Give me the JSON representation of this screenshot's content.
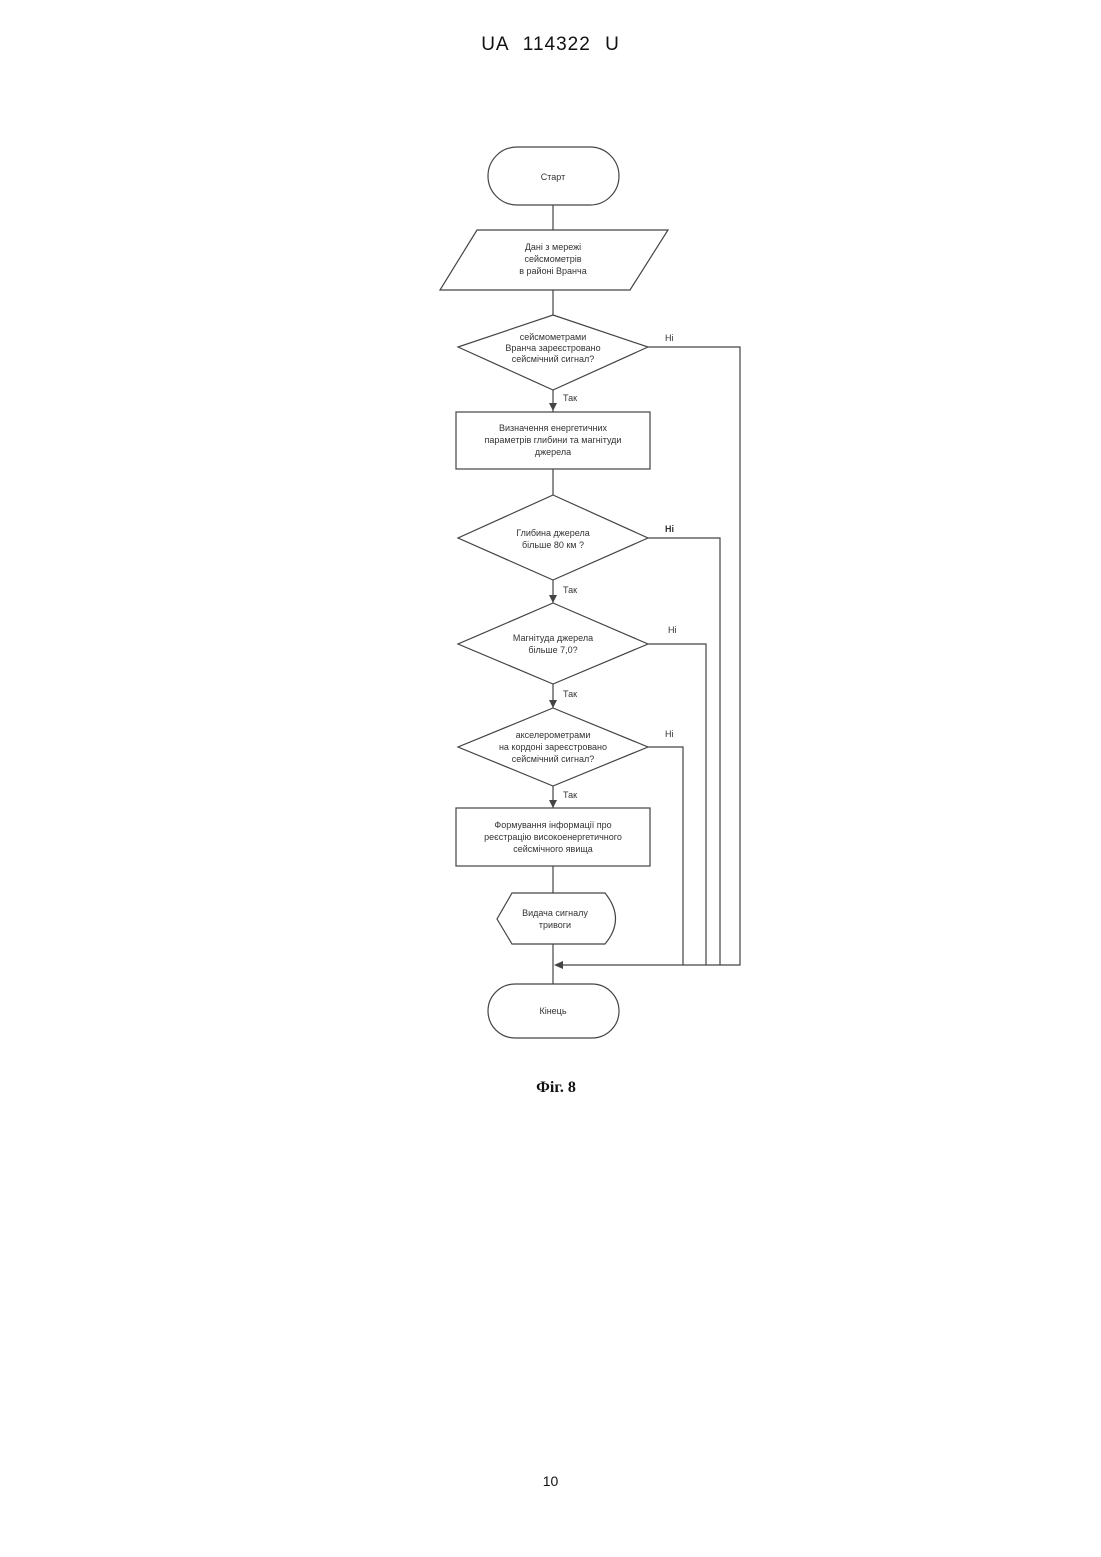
{
  "header": {
    "doc_id": "UA   114322   U"
  },
  "page_number": "10",
  "figure": {
    "caption": "Фіг. 8",
    "nodes": {
      "start": "Старт",
      "input": [
        "Дані з мережі",
        "сейсмометрів",
        "в районі Вранча"
      ],
      "decision1": [
        "сейсмометрами",
        "Вранча зареєстровано",
        "сейсмічний сигнал?"
      ],
      "process1": [
        "Визначення енергетичних",
        "параметрів глибини та магнітуди",
        "джерела"
      ],
      "decision2": [
        "Глибина джерела",
        "більше 80 км ?"
      ],
      "decision3": [
        "Магнітуда джерела",
        "більше 7,0?"
      ],
      "decision4": [
        "акселерометрами",
        "на кордоні зареєстровано",
        "сейсмічний сигнал?"
      ],
      "process2": [
        "Формування інформації про",
        "реєстрацію високоенергетичного",
        "сейсмічного явища"
      ],
      "output": [
        "Видача сигналу",
        "тривоги"
      ],
      "end": "Кінець"
    },
    "labels": {
      "yes": "Так",
      "no": "Ні"
    }
  }
}
